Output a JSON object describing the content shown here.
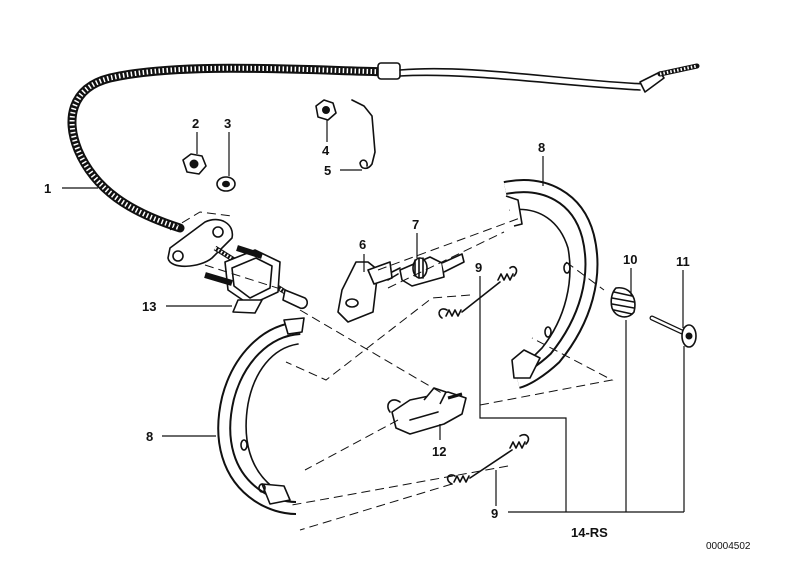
{
  "diagram": {
    "reference_code": "00004502",
    "callouts": {
      "c1": "1",
      "c2": "2",
      "c3": "3",
      "c4": "4",
      "c5": "5",
      "c6": "6",
      "c7": "7",
      "c8a": "8",
      "c8b": "8",
      "c9a": "9",
      "c9b": "9",
      "c10": "10",
      "c11": "11",
      "c12": "12",
      "c13": "13",
      "c14": "14-RS"
    }
  }
}
